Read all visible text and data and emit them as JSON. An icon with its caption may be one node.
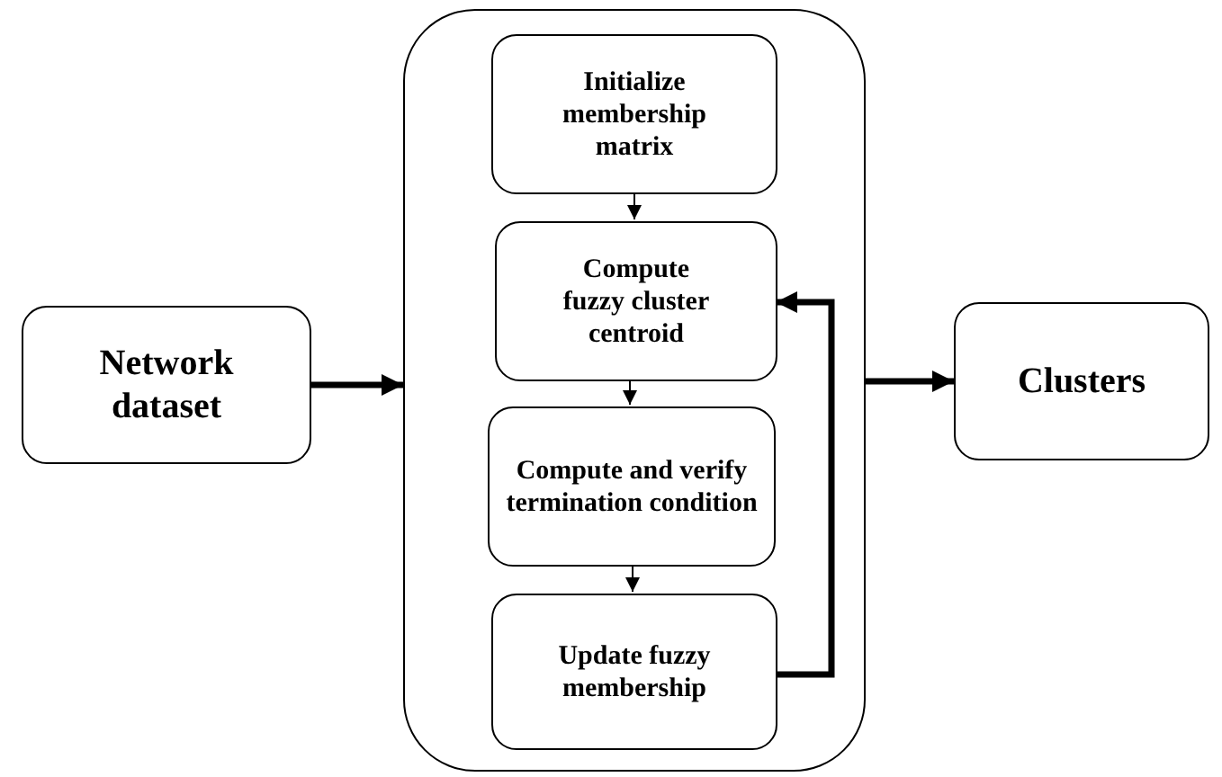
{
  "diagram": {
    "nodes": [
      {
        "text": [
          "Network dataset"
        ]
      },
      {
        "text": [],
        "shape": "box"
      },
      {
        "text": [
          "Initialize membership matrix"
        ],
        "in": 1
      },
      {
        "text": [
          "Compute fuzzy cluster centroid"
        ],
        "in": 1
      },
      {
        "text": [
          "Compute and verify termination condition"
        ],
        "in": 1
      },
      {
        "text": [
          "Update fuzzy membership"
        ],
        "in": 1
      },
      {
        "text": [
          "Clusters"
        ]
      }
    ],
    "edges": [
      {
        "from": 0,
        "to": 1,
        "arrow": "to",
        "style": "thick"
      },
      {
        "from": 2,
        "to": 3,
        "arrow": "to"
      },
      {
        "from": 3,
        "to": 4,
        "arrow": "to"
      },
      {
        "from": 4,
        "to": 5,
        "arrow": "to"
      },
      {
        "from": 5,
        "to": 3,
        "arrow": "to",
        "style": "thick"
      },
      {
        "from": 1,
        "to": 6,
        "arrow": "to",
        "style": "thick"
      }
    ]
  }
}
